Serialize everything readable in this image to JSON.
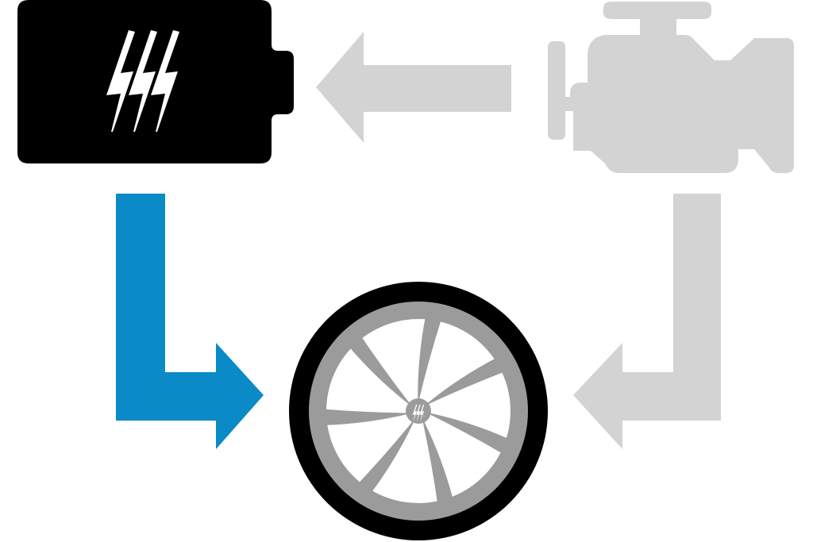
{
  "diagram": {
    "type": "hybrid-powertrain-energy-flow",
    "nodes": [
      {
        "id": "battery",
        "icon": "battery-icon",
        "state": "active",
        "color": "#000000",
        "symbol": "lightning-bolts-icon"
      },
      {
        "id": "engine",
        "icon": "engine-icon",
        "state": "inactive",
        "color": "#d3d3d3"
      },
      {
        "id": "wheel",
        "icon": "wheel-icon",
        "state": "active",
        "tire_color": "#000000",
        "rim_color": "#9b9b9b",
        "hub_symbol": "lightning-bolts-icon"
      }
    ],
    "flows": [
      {
        "id": "engine-to-battery",
        "from": "engine",
        "to": "battery",
        "state": "inactive",
        "color": "#d3d3d3"
      },
      {
        "id": "battery-to-wheel",
        "from": "battery",
        "to": "wheel",
        "state": "active",
        "color": "#0a8ac6"
      },
      {
        "id": "engine-to-wheel",
        "from": "engine",
        "to": "wheel",
        "state": "inactive",
        "color": "#d3d3d3"
      }
    ]
  }
}
